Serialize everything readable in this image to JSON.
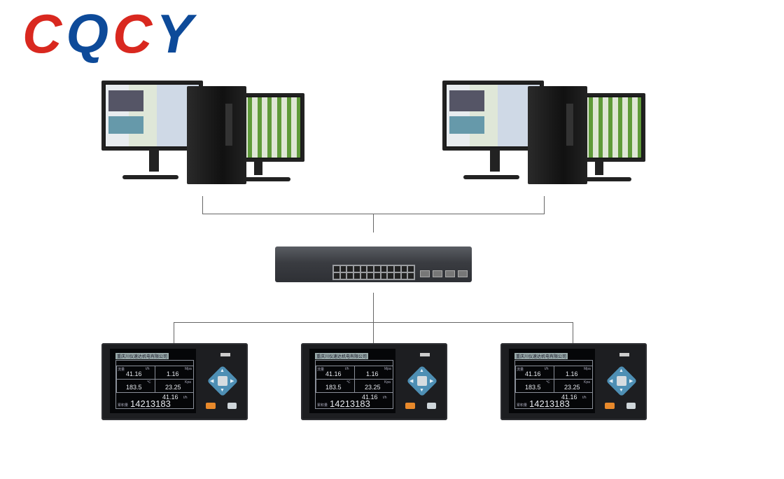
{
  "logo": {
    "letters": [
      "C",
      "Q",
      "C",
      "Y"
    ],
    "colors": [
      "#d9281f",
      "#0d4a99",
      "#d9281f",
      "#0d4a99"
    ]
  },
  "nodes": {
    "workstations": [
      "workstation-left",
      "workstation-right"
    ],
    "switch": "network-switch",
    "instruments": [
      "instrument-left",
      "instrument-center",
      "instrument-right"
    ]
  },
  "instrument": {
    "company": "重庆川仪速达机电有限公司",
    "flow_label": "流量",
    "flow": "41.16",
    "flow_unit": "t/h",
    "pressure": "1.16",
    "pressure_unit": "Mpa",
    "temperature": "183.5",
    "temperature_unit": "℃",
    "diff_pressure": "23.25",
    "diff_pressure_unit": "Kpa",
    "total_flow": "41.16",
    "total_flow_unit": "t/h",
    "total_label": "累积量",
    "total": "14213183"
  }
}
